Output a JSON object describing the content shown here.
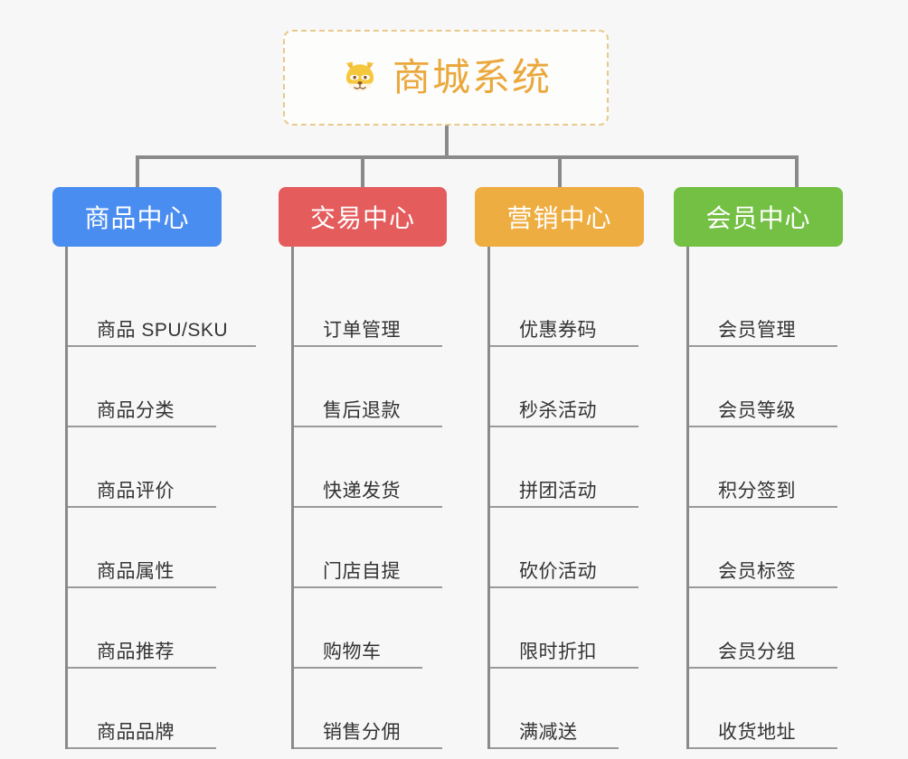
{
  "root": {
    "title": "商城系统",
    "icon": "shiba-inu-dog-face-emoji",
    "title_color": "#eaa83c",
    "border_color": "#e9c98b"
  },
  "connector_color": "#8a8a8a",
  "background_color": "#f7f7f7",
  "columns": [
    {
      "label": "商品中心",
      "color": "#4a8df0",
      "items": [
        {
          "label": "商品 SPU/SKU",
          "rule_width": 208
        },
        {
          "label": "商品分类",
          "rule_width": 164
        },
        {
          "label": "商品评价",
          "rule_width": 164
        },
        {
          "label": "商品属性",
          "rule_width": 164
        },
        {
          "label": "商品推荐",
          "rule_width": 164
        },
        {
          "label": "商品品牌",
          "rule_width": 164
        }
      ]
    },
    {
      "label": "交易中心",
      "color": "#e45c5c",
      "items": [
        {
          "label": "订单管理",
          "rule_width": 164
        },
        {
          "label": "售后退款",
          "rule_width": 164
        },
        {
          "label": "快递发货",
          "rule_width": 164
        },
        {
          "label": "门店自提",
          "rule_width": 164
        },
        {
          "label": "购物车",
          "rule_width": 142
        },
        {
          "label": "销售分佣",
          "rule_width": 164
        }
      ]
    },
    {
      "label": "营销中心",
      "color": "#eead41",
      "items": [
        {
          "label": "优惠券码",
          "rule_width": 164
        },
        {
          "label": "秒杀活动",
          "rule_width": 164
        },
        {
          "label": "拼团活动",
          "rule_width": 164
        },
        {
          "label": "砍价活动",
          "rule_width": 164
        },
        {
          "label": "限时折扣",
          "rule_width": 164
        },
        {
          "label": "满减送",
          "rule_width": 142
        }
      ]
    },
    {
      "label": "会员中心",
      "color": "#74c044",
      "items": [
        {
          "label": "会员管理",
          "rule_width": 164
        },
        {
          "label": "会员等级",
          "rule_width": 164
        },
        {
          "label": "积分签到",
          "rule_width": 164
        },
        {
          "label": "会员标签",
          "rule_width": 164
        },
        {
          "label": "会员分组",
          "rule_width": 164
        },
        {
          "label": "收货地址",
          "rule_width": 164
        }
      ]
    }
  ]
}
